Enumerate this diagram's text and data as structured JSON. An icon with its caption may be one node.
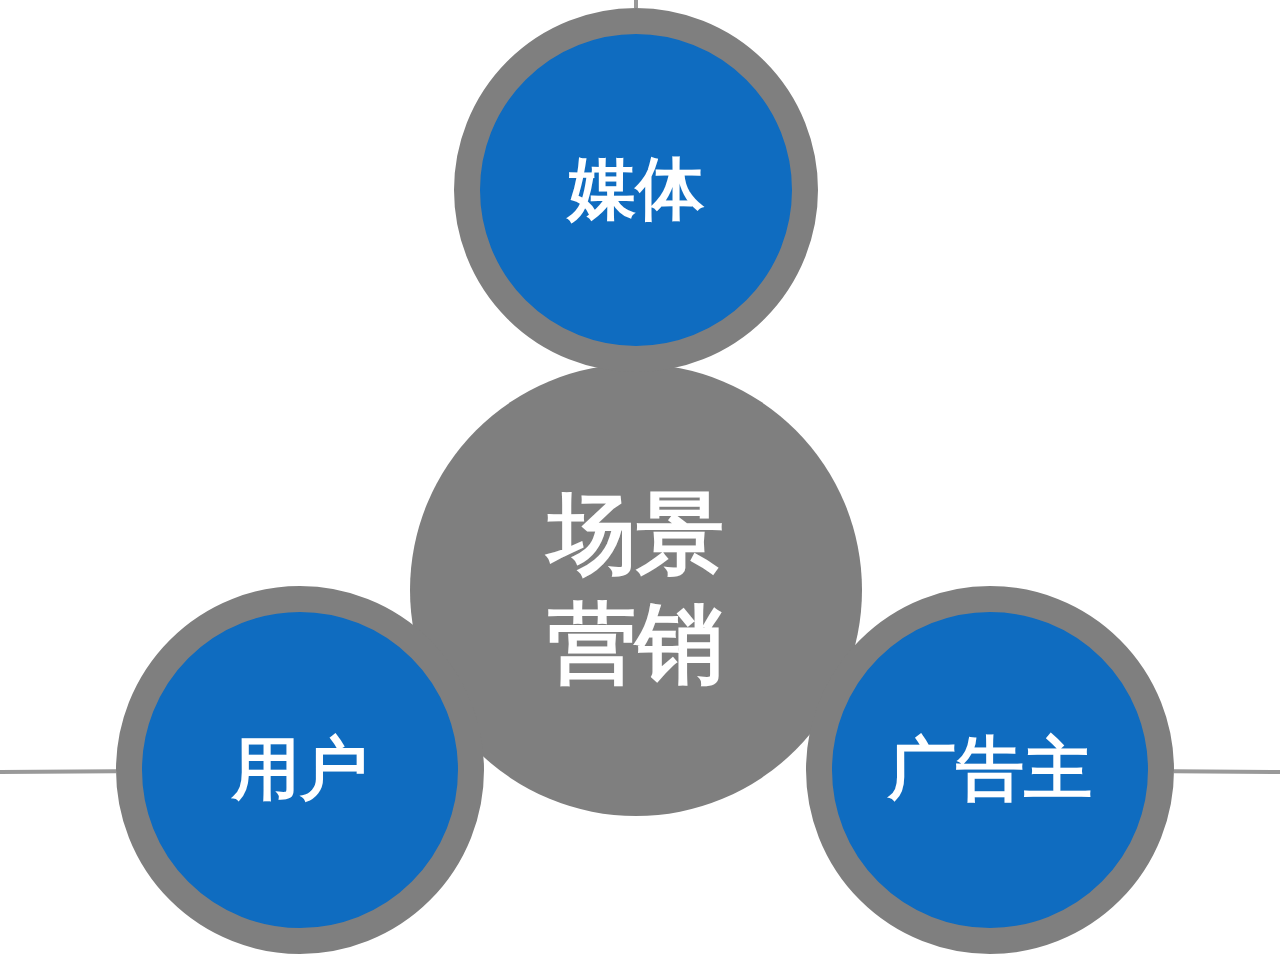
{
  "diagram": {
    "nodes": [
      {
        "text": [
          "媒体"
        ]
      },
      {
        "text": [
          "场景营销"
        ]
      },
      {
        "text": [
          "用户"
        ]
      },
      {
        "text": [
          "广告主"
        ]
      }
    ],
    "edges": [
      {
        "from": null,
        "to": 0,
        "arrow": "none"
      },
      {
        "from": null,
        "to": 2,
        "arrow": "none"
      },
      {
        "from": null,
        "to": 3,
        "arrow": "none"
      }
    ]
  }
}
